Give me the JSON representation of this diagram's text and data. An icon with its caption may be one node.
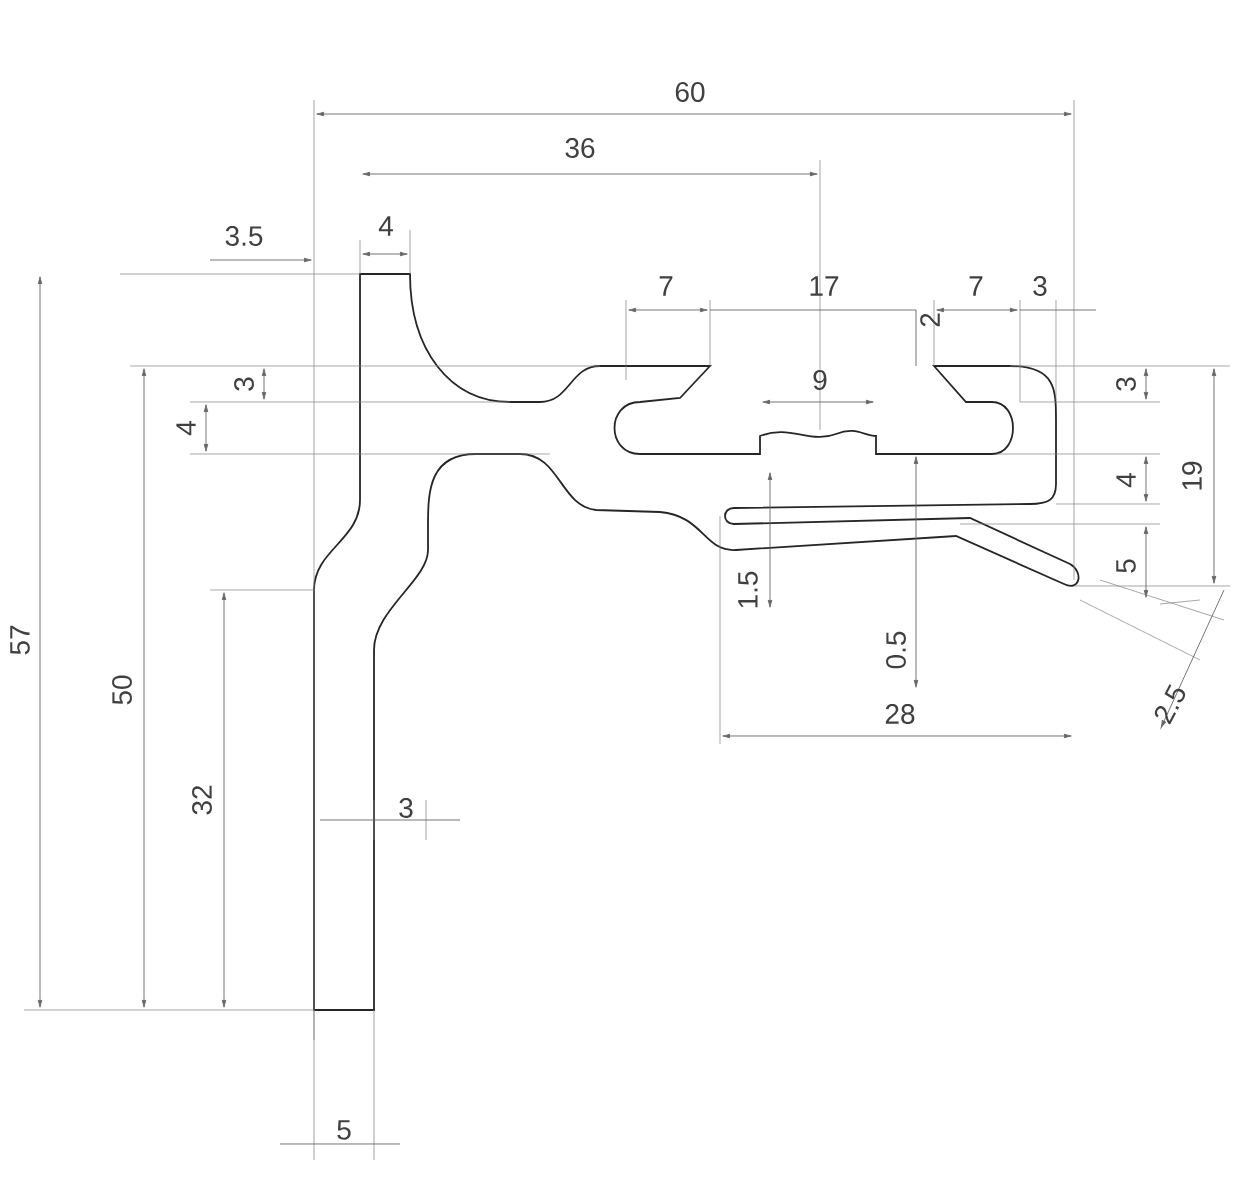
{
  "diagram": {
    "labels": [
      "60",
      "36",
      "4",
      "3.5",
      "7",
      "17",
      "2",
      "7",
      "3",
      "3",
      "9",
      "4",
      "19",
      "5",
      "57",
      "50",
      "1.5",
      "0.5",
      "28",
      "2.5",
      "4",
      "3",
      "32",
      "3",
      "5"
    ]
  }
}
